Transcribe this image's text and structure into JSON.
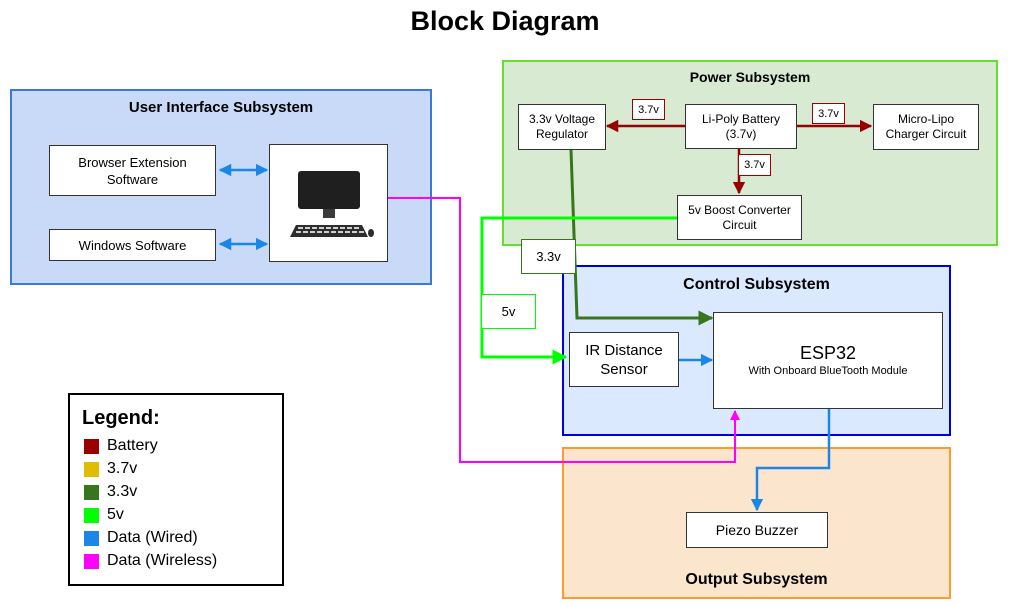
{
  "title": "Block Diagram",
  "subsystems": {
    "ui": "User Interface Subsystem",
    "power": "Power Subsystem",
    "control": "Control Subsystem",
    "output": "Output Subsystem"
  },
  "blocks": {
    "browser_ext": "Browser Extension\nSoftware",
    "windows_sw": "Windows Software",
    "regulator": "3.3v Voltage\nRegulator",
    "battery": "Li-Poly Battery\n(3.7v)",
    "charger": "Micro-Lipo\nCharger Circuit",
    "boost": "5v Boost Converter\nCircuit",
    "ir_sensor": "IR Distance\nSensor",
    "esp32_title": "ESP32",
    "esp32_sub": "With Onboard BlueTooth Module",
    "piezo": "Piezo Buzzer"
  },
  "line_labels": {
    "bat_to_reg": "3.7v",
    "bat_to_chg": "3.7v",
    "bat_to_boost": "3.7v",
    "v33": "3.3v",
    "v5": "5v"
  },
  "legend": {
    "title": "Legend:",
    "items": [
      {
        "label": "Battery",
        "color": "#990000"
      },
      {
        "label": "3.7v",
        "color": "#e0bd00"
      },
      {
        "label": "3.3v",
        "color": "#38761d"
      },
      {
        "label": "5v",
        "color": "#00ff00"
      },
      {
        "label": "Data (Wired)",
        "color": "#1a86e8"
      },
      {
        "label": "Data (Wireless)",
        "color": "#ff00ff"
      }
    ]
  },
  "colors": {
    "ui_fill": "#c9daf8",
    "ui_border": "#3c78d8",
    "power_fill": "#d9ead3",
    "power_border": "#66dd33",
    "control_fill": "#dbe9ff",
    "control_border": "#0000dd",
    "output_fill": "#fce5cd",
    "output_border": "#ff9a33",
    "battery_line": "#990000",
    "v33_line": "#38761d",
    "v5_line": "#00ff00",
    "wired": "#1a86e8",
    "wireless": "#ff00ff"
  },
  "icons": {
    "computer": "desktop-computer-icon"
  }
}
